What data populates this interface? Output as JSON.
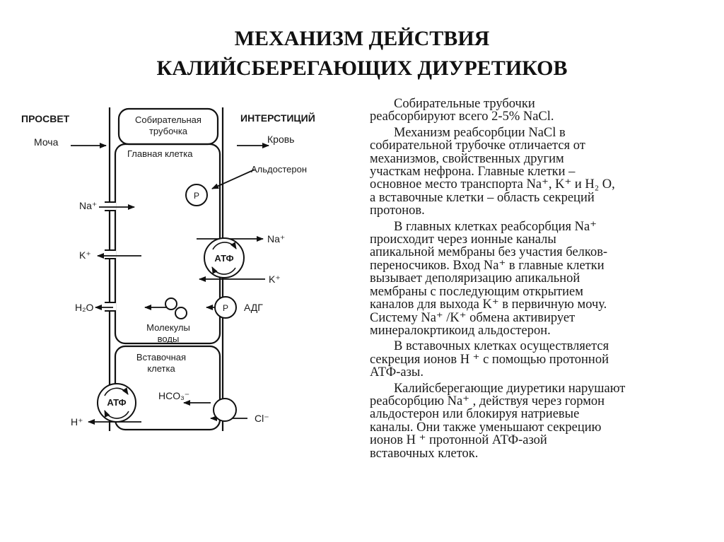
{
  "title": {
    "line1": "МЕХАНИЗМ ДЕЙСТВИЯ",
    "line2": "КАЛИЙСБЕРЕГАЮЩИХ ДИУРЕТИКОВ"
  },
  "diagram": {
    "lumen": "ПРОСВЕТ",
    "urine": "Моча",
    "collecting_tubule": [
      "Собирательная",
      "трубочка"
    ],
    "interstitium": "ИНТЕРСТИЦИЙ",
    "blood": "Кровь",
    "principal_cell": "Главная клетка",
    "aldosterone": "Альдостерон",
    "receptor": "P",
    "na_left": "Na⁺",
    "k_left": "K⁺",
    "atp_main": "АТФ",
    "na_right": "Na⁺",
    "k_right": "K⁺",
    "h2o": "H₂O",
    "adh": "АДГ",
    "water_molecules": [
      "Молекулы",
      "воды"
    ],
    "intercalated_cell": [
      "Вставочная",
      "клетка"
    ],
    "atp_intercalated": "АТФ",
    "hco3": "HCO₃⁻",
    "cl": "Cl⁻",
    "h": "H⁺"
  },
  "text": {
    "p1_lines": [
      "Собирательные трубочки",
      "реабсорбируют всего 2-5% NaCl."
    ],
    "p2_lines": [
      "Механизм реабсорбции NaCl в",
      "собирательной трубочке отличается от",
      "механизмов, свойственных другим",
      "участкам нефрона. Главные клетки –",
      "основное место транспорта Na⁺, K⁺ и H₂ O,",
      "а вставочные клетки – область секреций",
      "протонов."
    ],
    "p3_lines": [
      "В главных клетках реабсорбция Na⁺",
      "происходит через ионные каналы",
      "апикальной мембраны без участия белков-",
      "переносчиков. Вход Na⁺  в главные клетки",
      "вызывает деполяризацию апикальной",
      "мембраны с последующим  открытием",
      "каналов для выхода K⁺  в первичную мочу.",
      "Систему Na⁺ /K⁺ обмена активирует",
      "минералокртикоид альдостерон."
    ],
    "p4_lines": [
      "В вставочных клетках осуществляется",
      "секреция ионов H ⁺ с  помощью протонной",
      "АТФ-азы."
    ],
    "p5_lines": [
      "Калийсберегающие диуретики нарушают",
      "реабсорбцию Na⁺ , действуя через гормон",
      "альдостерон или блокируя натриевые",
      "каналы. Они также уменьшают секрецию",
      "ионов  H ⁺ протонной АТФ-азой",
      "вставочных клеток."
    ]
  }
}
